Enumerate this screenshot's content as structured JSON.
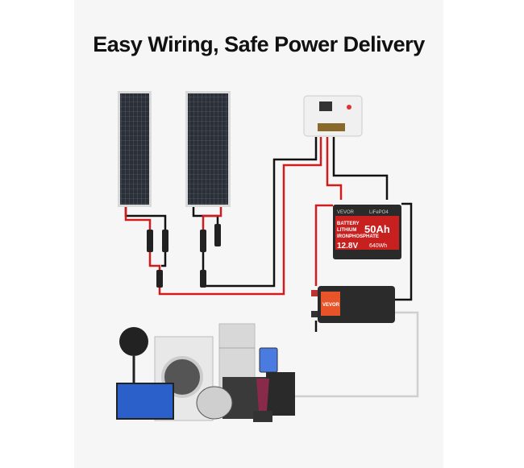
{
  "title": "Easy Wiring, Safe Power Delivery",
  "battery": {
    "brand": "VEVOR",
    "chem": "LiFePO4",
    "line1": "BATTERY",
    "line2": "LITHIUM",
    "line3": "IRONPHOSPHATE",
    "capacity": "50Ah",
    "voltage": "12.8V",
    "energy": "640Wh"
  },
  "inverter": {
    "brand": "VEVOR"
  },
  "colors": {
    "positive_wire": "#d01c1c",
    "negative_wire": "#111111",
    "ac_wire": "#cfcfcf",
    "battery_red": "#c8201e",
    "inverter_orange": "#e8542a"
  }
}
